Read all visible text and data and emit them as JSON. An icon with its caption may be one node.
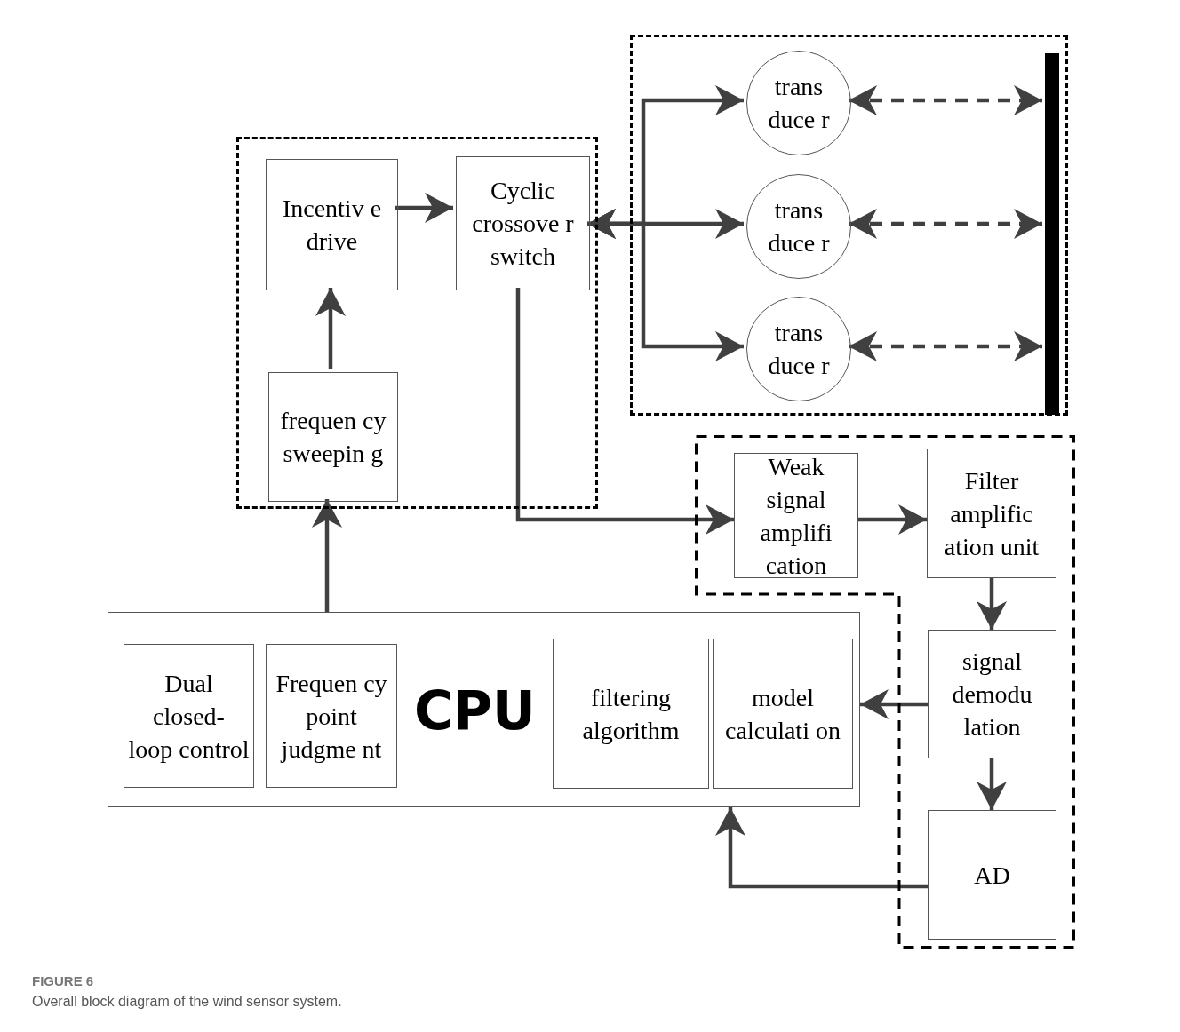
{
  "diagram": {
    "caption": "Overall block diagram of the wind sensor system.",
    "nodes": [
      {
        "text": [],
        "shape": "box"
      },
      {
        "text": [
          "Incentiv e drive"
        ],
        "in": 0
      },
      {
        "text": [
          "Cyclic crossove r switch"
        ],
        "in": 0
      },
      {
        "text": [
          "frequen cy sweepin g"
        ],
        "in": 0
      },
      {
        "text": [],
        "shape": "box"
      },
      {
        "text": [
          "trans duce r"
        ],
        "in": 4
      },
      {
        "text": [
          "trans duce r"
        ],
        "in": 4
      },
      {
        "text": [
          "trans duce r"
        ],
        "in": 4
      },
      {
        "text": [],
        "shape": "bar",
        "in": 4
      },
      {
        "text": [],
        "shape": "box"
      },
      {
        "text": [
          "Weak signal amplifi cation"
        ],
        "in": 9
      },
      {
        "text": [
          "Filter amplific ation unit"
        ],
        "in": 9
      },
      {
        "text": [
          "signal demodu lation"
        ],
        "in": 9
      },
      {
        "text": [
          "AD"
        ],
        "in": 9
      },
      {
        "text": [
          "CPU"
        ]
      },
      {
        "text": [
          "Dual closed- loop control"
        ],
        "in": 14
      },
      {
        "text": [
          "Frequen cy point judgme nt"
        ],
        "in": 14
      },
      {
        "text": [
          "filtering algorithm"
        ],
        "in": 14
      },
      {
        "text": [
          "model calculati on"
        ],
        "in": 14
      }
    ],
    "edges": [
      {
        "from": 3,
        "to": 1,
        "arrow": "to"
      },
      {
        "from": 1,
        "to": 2,
        "arrow": "to"
      },
      {
        "from": 2,
        "to": 5,
        "arrow": "both"
      },
      {
        "from": 2,
        "to": 6,
        "arrow": "both"
      },
      {
        "from": 2,
        "to": 7,
        "arrow": "both"
      },
      {
        "from": 5,
        "to": 8,
        "arrow": "both",
        "style": "dashed"
      },
      {
        "from": 6,
        "to": 8,
        "arrow": "both",
        "style": "dashed"
      },
      {
        "from": 7,
        "to": 8,
        "arrow": "both",
        "style": "dashed"
      },
      {
        "from": 2,
        "to": 10,
        "arrow": "to"
      },
      {
        "from": 10,
        "to": 11,
        "arrow": "to"
      },
      {
        "from": 11,
        "to": 12,
        "arrow": "to"
      },
      {
        "from": 12,
        "to": 14,
        "arrow": "to"
      },
      {
        "from": 12,
        "to": 13,
        "arrow": "to"
      },
      {
        "from": 13,
        "to": 14,
        "arrow": "to"
      },
      {
        "from": 14,
        "to": 3,
        "arrow": "to"
      }
    ],
    "labels": [
      "FIGURE 6"
    ]
  }
}
